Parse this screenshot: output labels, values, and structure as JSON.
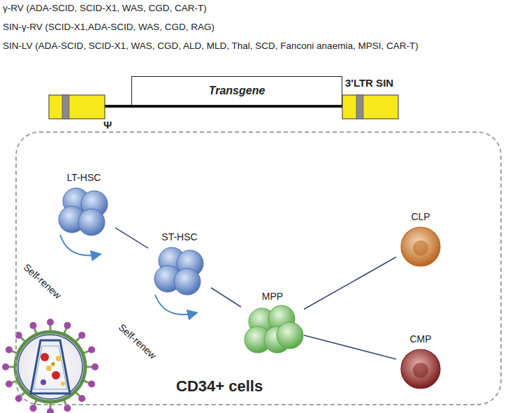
{
  "diagram": {
    "nodes": [
      {
        "text": [
          "Transgene"
        ]
      },
      {
        "text": [
          "CD34+ cells"
        ]
      },
      {
        "text": [
          "LT-HSC"
        ],
        "in": 1
      },
      {
        "text": [
          "ST-HSC"
        ],
        "in": 1
      },
      {
        "text": [
          "MPP"
        ],
        "in": 1
      },
      {
        "text": [
          "CLP"
        ],
        "in": 1
      },
      {
        "text": [
          "CMP"
        ],
        "in": 1
      }
    ],
    "edges": [
      {
        "from": 2,
        "to": 3,
        "arrow": "none"
      },
      {
        "from": 3,
        "to": 4,
        "arrow": "none"
      },
      {
        "from": 4,
        "to": 5,
        "arrow": "none"
      },
      {
        "from": 4,
        "to": 6,
        "arrow": "none"
      }
    ],
    "labels": [
      "γ-RV (ADA-SCID, SCID-X1, WAS, CGD, CAR-T)",
      "SIN-γ-RV (SCID-X1,ADA-SCID, WAS, CGD, RAG)",
      "SIN-LV (ADA-SCID, SCID-X1, WAS, CGD, ALD, MLD, Thal, SCD, Fanconi anaemia, MPSI, CAR-T)",
      "Ψ",
      "3'LTR SIN",
      "Self-renew",
      "Self-renew"
    ]
  }
}
